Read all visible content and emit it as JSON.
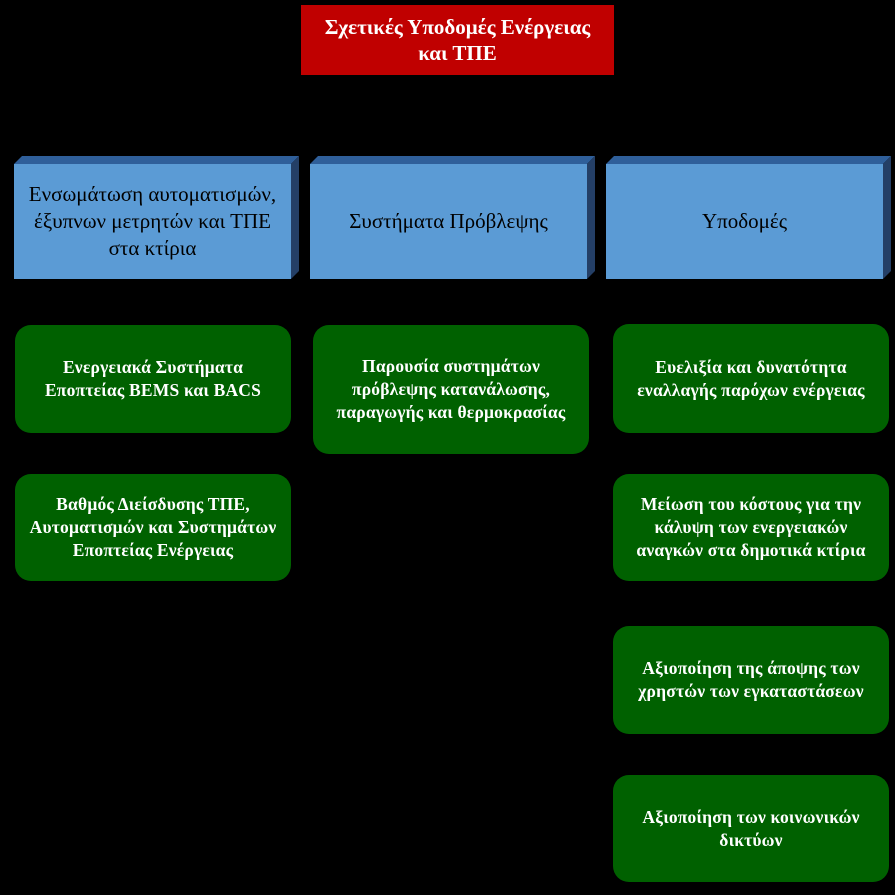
{
  "title": "Σχετικές Υποδομές Ενέργειας και ΤΠΕ",
  "categories": [
    {
      "label": "Ενσωμάτωση αυτοματισμών, έξυπνων μετρητών και ΤΠΕ στα κτίρια",
      "items": [
        "Ενεργειακά Συστήματα Εποπτείας BEMS και BACS",
        "Βαθμός Διείσδυσης ΤΠΕ, Αυτοματισμών και Συστημάτων Εποπτείας Ενέργειας"
      ]
    },
    {
      "label": "Συστήματα Πρόβλεψης",
      "items": [
        "Παρουσία συστημάτων πρόβλεψης κατανάλωσης, παραγωγής και θερμοκρασίας"
      ]
    },
    {
      "label": "Υποδομές",
      "items": [
        "Ευελιξία και δυνατότητα εναλλαγής παρόχων ενέργειας",
        "Μείωση του κόστους για την κάλυψη των ενεργειακών αναγκών στα δημοτικά κτίρια",
        "Αξιοποίηση της άποψης των χρηστών των εγκαταστάσεων",
        "Αξιοποίηση των κοινωνικών δικτύων"
      ]
    }
  ]
}
